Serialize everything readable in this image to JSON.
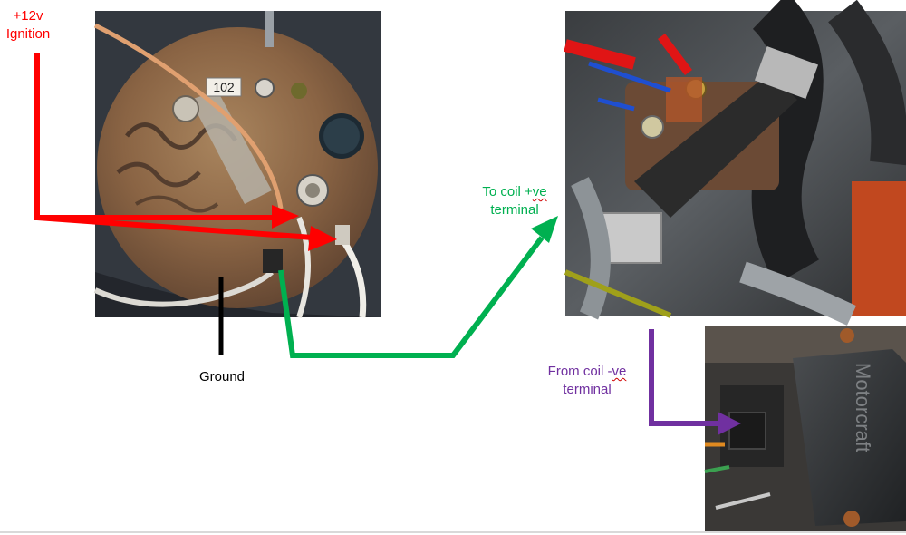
{
  "labels": {
    "ignition": {
      "line1": "+12v",
      "line2": "Ignition"
    },
    "coil_positive": {
      "line1_prefix": "To coil +",
      "line1_misspelled": "ve",
      "line2": "terminal"
    },
    "ground": "Ground",
    "coil_negative": {
      "line1_prefix": "From coil -",
      "line1_misspelled": "ve",
      "line2": "terminal"
    }
  },
  "module_text": {
    "brand": "Motorcraft"
  },
  "photos": {
    "gauge_label": "102"
  },
  "colors": {
    "ignition": "#ff0000",
    "coil_positive": "#00b050",
    "ground": "#000000",
    "coil_negative": "#7030a0"
  }
}
